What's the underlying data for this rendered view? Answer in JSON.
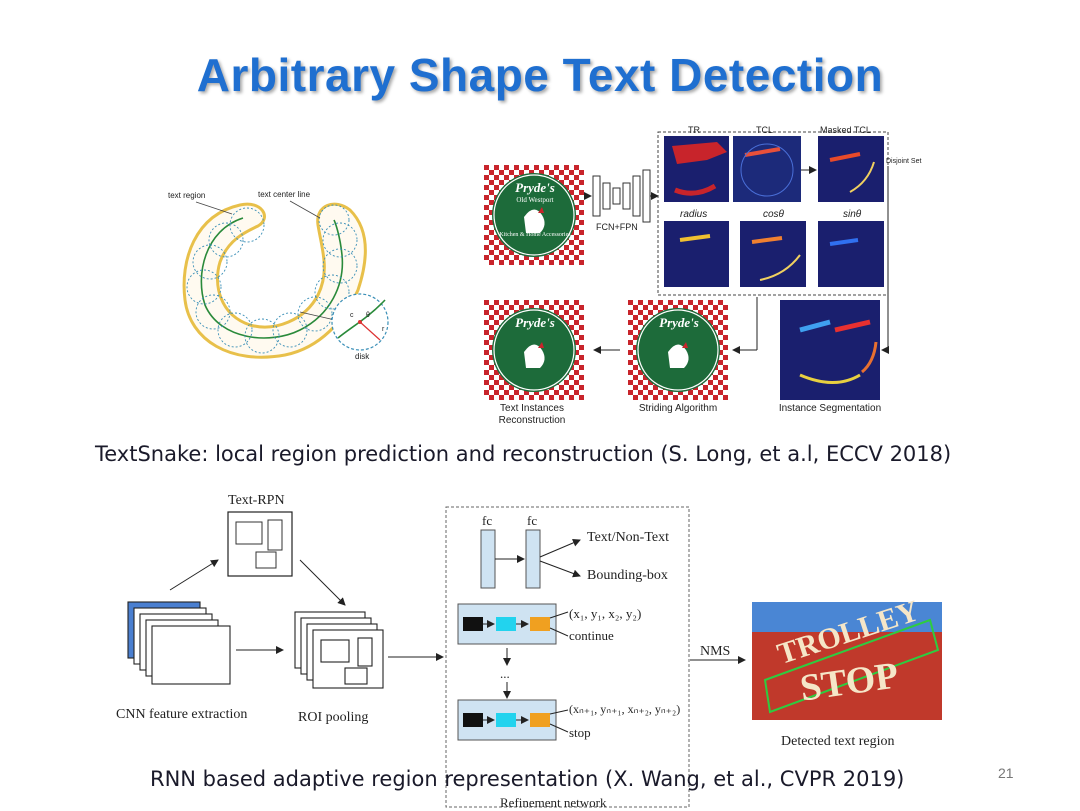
{
  "slide": {
    "title": "Arbitrary Shape Text Detection",
    "page_number": "21"
  },
  "textsnake": {
    "caption": "TextSnake: local region prediction and reconstruction (S. Long, et a.l, ECCV 2018)",
    "left_figure": {
      "text_region": "text region",
      "text_center_line": "text center line",
      "disk": "disk",
      "r": "r",
      "c": "c",
      "theta": "θ"
    },
    "pipeline": {
      "sign_line1": "Pryde's",
      "sign_line2": "Old Westport",
      "sign_line3": "Kitchen & Home Accessories",
      "fcn_label": "FCN+FPN",
      "maps_top": [
        "TR",
        "TCL",
        "Masked TCL"
      ],
      "disjoint_set": "Disjoint Set",
      "maps_bottom": [
        "radius",
        "cosθ",
        "sinθ"
      ],
      "stage_labels": [
        "Text Instances",
        "Reconstruction",
        "Striding Algorithm",
        "Instance Segmentation"
      ]
    }
  },
  "rnn": {
    "caption": "RNN based adaptive region representation (X. Wang, et al., CVPR 2019)",
    "text_rpn": "Text-RPN",
    "cnn_label": "CNN feature extraction",
    "roi_label": "ROI pooling",
    "fc1": "fc",
    "fc2": "fc",
    "text_nontext": "Text/Non-Text",
    "bbox": "Bounding-box",
    "out1": "(x₁, y₁, x₂, y₂)",
    "continue": "continue",
    "dots": "...",
    "out2": "(xₙ₊₁, yₙ₊₁, xₙ₊₂, yₙ₊₂)",
    "stop": "stop",
    "nms": "NMS",
    "detected": "Detected text region",
    "refinement": "Refinement network",
    "photo_word1": "TROLLEY",
    "photo_word2": "STOP"
  },
  "colors": {
    "title": "#1f6fd0",
    "sign_green": "#1d6b3a",
    "sign_red": "#c8242b",
    "map_bg": "#1a1f6e",
    "snake_outline": "#e8c04a",
    "box_fill": "#cfe3f2",
    "cell_black": "#111111",
    "cell_cyan": "#22d3ee",
    "cell_orange": "#f0a020"
  }
}
